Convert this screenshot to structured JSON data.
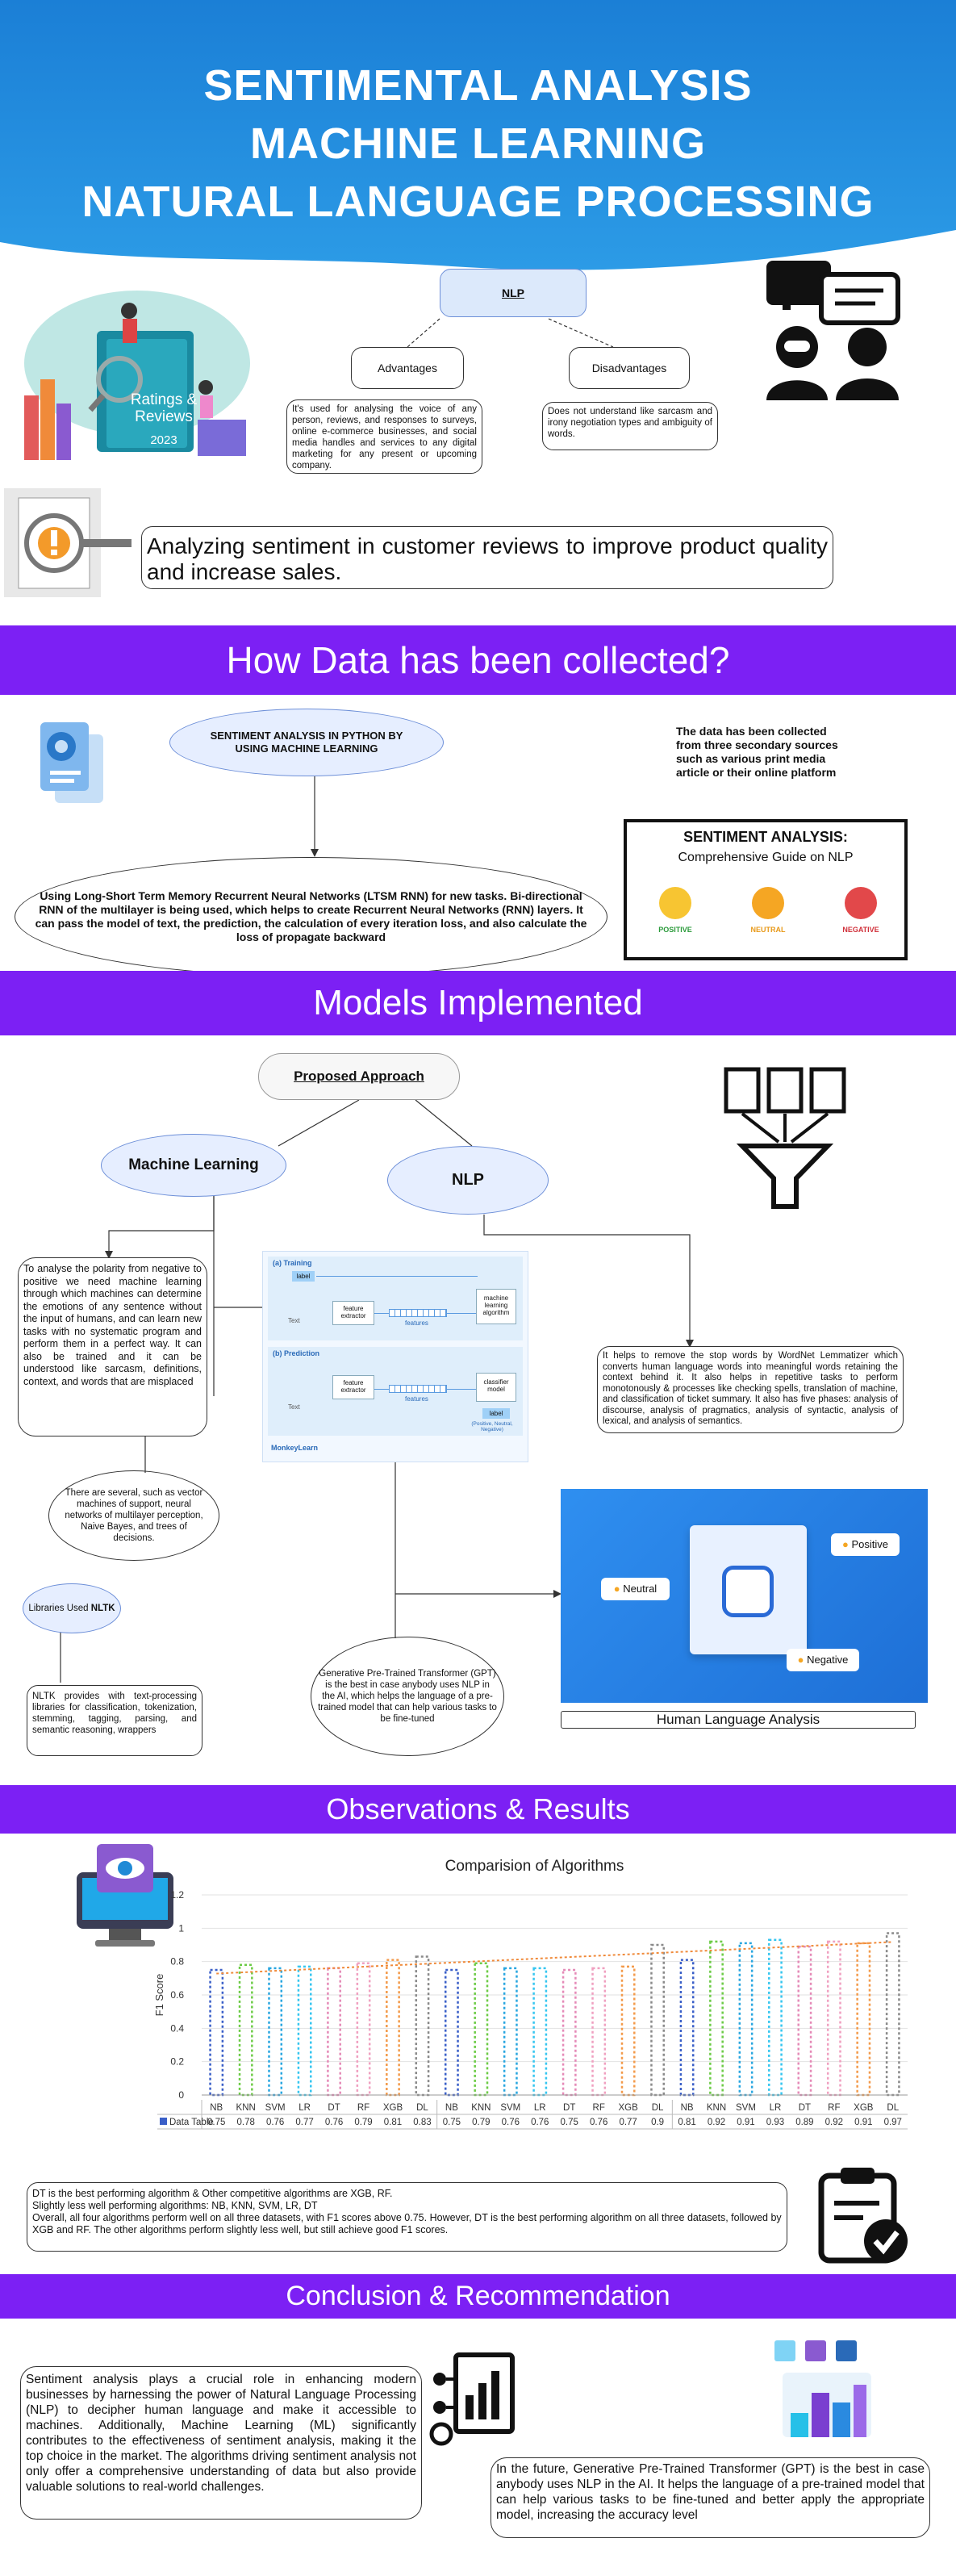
{
  "header": {
    "line1": "SENTIMENTAL ANALYSIS",
    "line2": "MACHINE LEARNING",
    "line3": "NATURAL LANGUAGE PROCESSING"
  },
  "intro": {
    "nlp": "NLP",
    "advantages": "Advantages",
    "disadvantages": "Disadvantages",
    "advantages_text": "It's used for analysing the voice of any person, reviews, and responses to surveys, online e-commerce businesses, and social media handles and services to any digital marketing for any present or upcoming company.",
    "disadvantages_text": "Does not understand like sarcasm and irony negotiation types and ambiguity of words.",
    "ratings_line1": "Ratings &",
    "ratings_line2": "Reviews",
    "ratings_year": "2023",
    "objective": "Analyzing sentiment in customer reviews to improve product quality and increase sales."
  },
  "section_data": {
    "title": "How Data has been collected?",
    "cloud": "SENTIMENT ANALYSIS IN PYTHON BY USING MACHINE LEARNING",
    "sources": "The data has been collected from three secondary sources such as various print media article or their online platform",
    "lstm": "Using Long-Short Term Memory Recurrent Neural Networks (LTSM RNN) for new tasks. Bi-directional RNN of the multilayer is being used, which helps to create Recurrent Neural Networks (RNN) layers. It can pass the model of text, the prediction, the calculation of every iteration loss, and also calculate the loss of propagate backward",
    "guide_title": "SENTIMENT ANALYSIS:",
    "guide_subtitle": "Comprehensive Guide on NLP",
    "positive": "POSITIVE",
    "neutral": "NEUTRAL",
    "negative": "NEGATIVE"
  },
  "section_models": {
    "title": "Models Implemented",
    "proposed": "Proposed Approach",
    "ml": "Machine Learning",
    "nlp": "NLP",
    "ml_text": "To analyse the polarity from negative to positive we need machine learning through which machines can determine the emotions of any sentence without the input of humans, and can learn new tasks with no systematic program and perform them in a perfect way. It can also be trained and it can be understood like sarcasm, definitions, context, and words that are misplaced",
    "nlp_text": "It helps to remove the stop words by WordNet Lemmatizer which converts human language words into meaningful words retaining the context behind it. It also helps in repetitive tasks to perform monotonously & processes like checking spells, translation of machine, and classification of ticket summary. It also has five phases: analysis of discourse, analysis of pragmatics, analysis of syntactic, analysis of lexical, and analysis of semantics.",
    "algos": "There are several, such as vector machines of support, neural networks of multilayer perception, Naive Bayes, and trees of decisions.",
    "libraries_label": "Libraries Used",
    "libraries_name": "NLTK",
    "nltk_text": "NLTK provides with text-processing libraries for classification, tokenization, stemming, tagging, parsing, and semantic reasoning, wrappers",
    "gpt_text": "Generative Pre-Trained Transformer (GPT) is the best in case anybody uses NLP in the AI, which helps the language of a pre-trained model that can help various tasks to be fine-tuned",
    "human_caption": "Human Language Analysis",
    "diagram": {
      "training": "(a) Training",
      "prediction": "(b) Prediction",
      "label": "label",
      "text": "Text",
      "feature_extractor": "feature extractor",
      "features": "features",
      "ml_algorithm": "machine learning algorithm",
      "classifier": "classifier model",
      "brand": "MonkeyLearn",
      "pos_neu_neg": "(Positive, Neutral, Negative)"
    },
    "tags": {
      "positive": "Positive",
      "neutral": "Neutral",
      "negative": "Negative"
    }
  },
  "section_results": {
    "title": "Observations & Results",
    "summary_line1": "DT is the best performing algorithm & Other competitive algorithms are  XGB, RF.",
    "summary_line2": "Slightly less well performing algorithms: NB, KNN, SVM, LR, DT",
    "summary_line3": "Overall, all four algorithms perform well on all three datasets, with F1 scores above 0.75. However, DT is the best performing algorithm on all three datasets, followed by XGB and RF. The other algorithms perform slightly less well, but still achieve good F1 scores."
  },
  "chart_data": {
    "type": "bar",
    "title": "Comparision of Algorithms",
    "ylabel": "F1 Score",
    "xlabel": "",
    "ylim": [
      0,
      1.2
    ],
    "yticks": [
      "0",
      "0.2",
      "0.4",
      "0.6",
      "0.8",
      "1",
      "1.2"
    ],
    "legend_label": "Data Table",
    "groups": [
      {
        "categories": [
          "NB",
          "KNN",
          "SVM",
          "LR",
          "DT",
          "RF",
          "XGB",
          "DL"
        ],
        "values": [
          0.75,
          0.78,
          0.76,
          0.77,
          0.76,
          0.79,
          0.81,
          0.83
        ]
      },
      {
        "categories": [
          "NB",
          "KNN",
          "SVM",
          "LR",
          "DT",
          "RF",
          "XGB",
          "DL"
        ],
        "values": [
          0.75,
          0.79,
          0.76,
          0.76,
          0.75,
          0.76,
          0.77,
          0.9
        ]
      },
      {
        "categories": [
          "NB",
          "KNN",
          "SVM",
          "LR",
          "DT",
          "RF",
          "XGB",
          "DL"
        ],
        "values": [
          0.81,
          0.92,
          0.91,
          0.93,
          0.89,
          0.92,
          0.91,
          0.97
        ]
      }
    ],
    "colors": [
      "#3a5fc8",
      "#6ccb45",
      "#28a6e0",
      "#35c6f0",
      "#e58ab7",
      "#f0a0c0",
      "#f39a4a",
      "#8a8a8a"
    ]
  },
  "section_conclusion": {
    "title": "Conclusion & Recommendation",
    "left_text": "Sentiment analysis plays a crucial role in enhancing modern businesses by harnessing the power of Natural Language Processing (NLP) to decipher human language and make it accessible to machines. Additionally, Machine Learning (ML) significantly contributes to the effectiveness of sentiment analysis, making it the top choice in the market. The algorithms driving sentiment analysis not only offer a comprehensive understanding of data but also provide valuable solutions to real-world challenges.",
    "right_text": "In the future, Generative Pre-Trained Transformer (GPT) is the best in case anybody uses NLP in the AI. It helps the language of a pre-trained model that can help various tasks to be fine-tuned and better apply the appropriate model, increasing the accuracy level"
  }
}
